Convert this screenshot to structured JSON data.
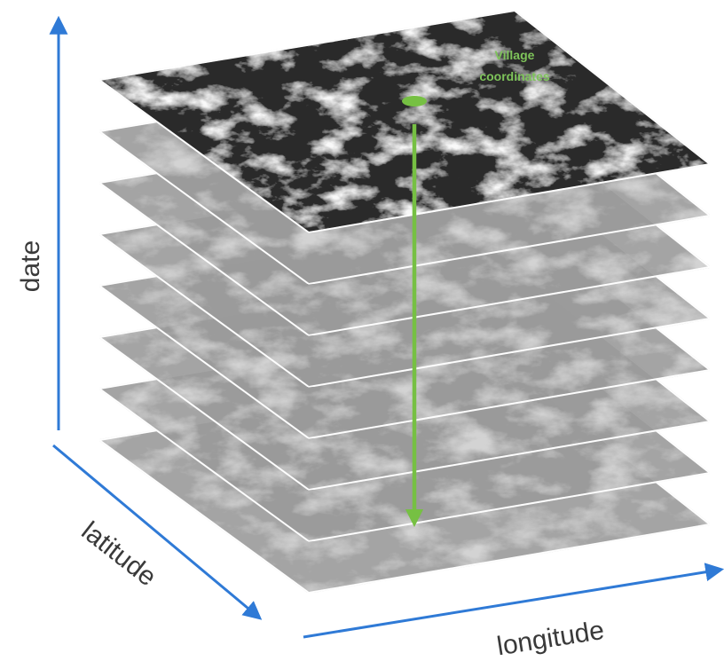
{
  "axes": {
    "date": "date",
    "latitude": "latitude",
    "longitude": "longitude"
  },
  "marker": {
    "line1": "Village",
    "line2": "coordinates"
  },
  "colors": {
    "axis": "#2f7ad6",
    "marker": "#76c043",
    "layer_top": "#2a2a2a",
    "layer": "#9a9a9a"
  },
  "layers": {
    "count": 8
  }
}
